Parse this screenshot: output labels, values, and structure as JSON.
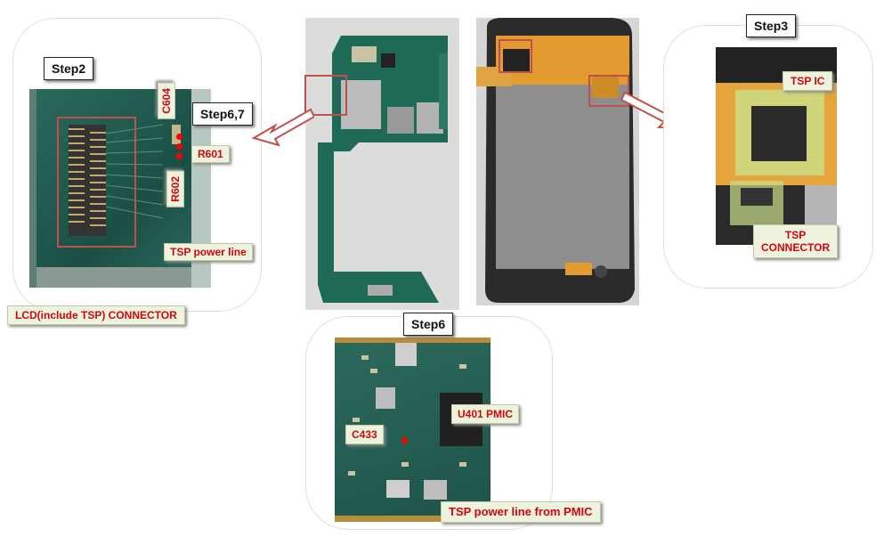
{
  "steps": {
    "step2": "Step2",
    "step3": "Step3",
    "step6": "Step6",
    "step67": "Step6,7"
  },
  "labels": {
    "c604": "C604",
    "r601": "R601",
    "r602": "R602",
    "tsp_power_line": "TSP power line",
    "lcd_connector": "LCD(include TSP) CONNECTOR",
    "tsp_ic": "TSP IC",
    "tsp_connector_l1": "TSP",
    "tsp_connector_l2": "CONNECTOR",
    "c433": "C433",
    "u401": "U401 PMIC",
    "tsp_power_pmic": "TSP power line from PMIC"
  },
  "colors": {
    "label_text": "#d3060a",
    "label_bg": "#eef3df",
    "arrow_outline": "#c0504d",
    "pcb_green": "#1d6b5a",
    "flex_orange": "#e39a2e"
  }
}
